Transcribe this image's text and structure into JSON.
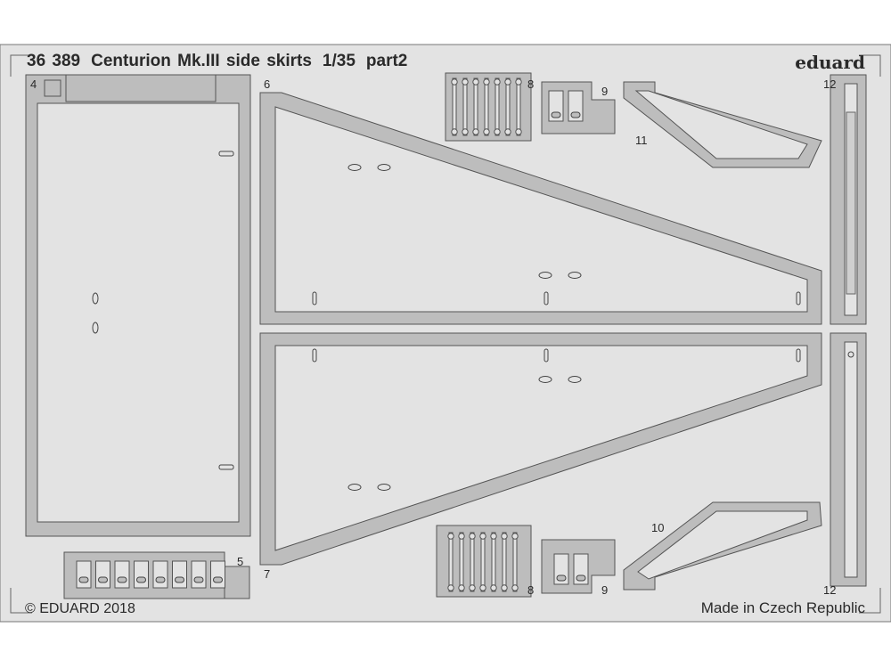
{
  "header": {
    "set_number": "36 389",
    "title": "Centurion Mk.III side skirts",
    "scale": "1/35",
    "part": "part2"
  },
  "brand": "eduard",
  "footer": {
    "copyright": "© EDUARD 2018",
    "made_in": "Made in Czech Republic"
  },
  "part_numbers": {
    "p4": "4",
    "p5": "5",
    "p6": "6",
    "p7": "7",
    "p8_top": "8",
    "p8_bottom": "8",
    "p9_top": "9",
    "p9_bottom": "9",
    "p10": "10",
    "p11": "11",
    "p12_top": "12",
    "p12_bottom": "12"
  },
  "colors": {
    "fret": "#e3e3e3",
    "etched": "#bdbdbd",
    "outline": "#555555"
  }
}
